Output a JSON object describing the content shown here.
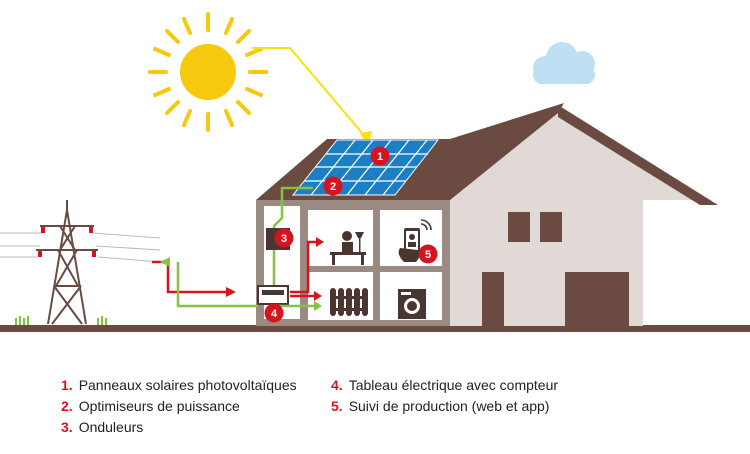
{
  "markers": [
    "1",
    "2",
    "3",
    "4",
    "5"
  ],
  "legend": [
    {
      "num": "1.",
      "label": "Panneaux solaires photovoltaïques"
    },
    {
      "num": "2.",
      "label": "Optimiseurs de puissance"
    },
    {
      "num": "3.",
      "label": "Onduleurs"
    },
    {
      "num": "4.",
      "label": "Tableau électrique avec compteur"
    },
    {
      "num": "5.",
      "label": "Suivi de production (web et app)"
    }
  ],
  "colors": {
    "accent_red": "#d7141e",
    "flow_green": "#84c441",
    "flow_red": "#d7141e",
    "sun": "#f6c90e",
    "roof": "#6b4a41",
    "wall_dark": "#9b8a82",
    "wall_light": "#e0d9d5",
    "panel": "#1c7fc4",
    "ground": "#6b4a41"
  },
  "icons": [
    "sun-icon",
    "cloud-icon",
    "pylon-icon",
    "solar-panel-icon",
    "desk-lamp-icon",
    "radiator-icon",
    "washing-machine-icon",
    "smartphone-icon",
    "meter-icon",
    "inverter-icon"
  ]
}
